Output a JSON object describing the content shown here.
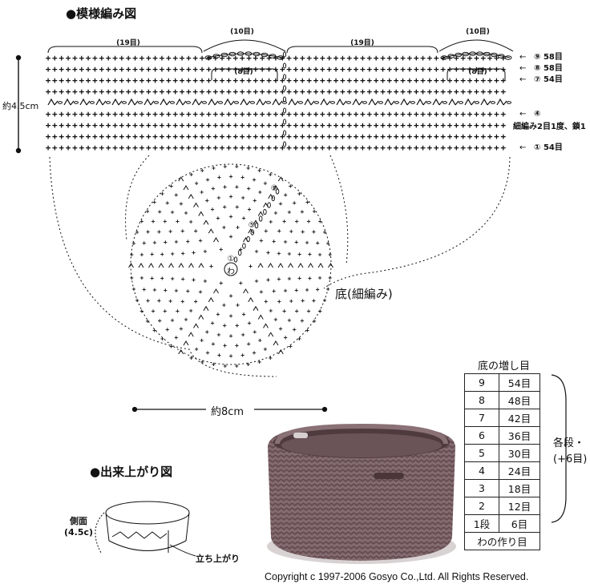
{
  "headings": {
    "pattern": "●模様編み図",
    "finished": "●出来上がり図"
  },
  "top_labels": {
    "span_19": "(19目)",
    "span_10": "(10目)",
    "span_8": "(8目)"
  },
  "row_labels": [
    {
      "mark": "←",
      "text": "⑨ 58目"
    },
    {
      "mark": "←",
      "text": "⑧ 58目"
    },
    {
      "mark": "←",
      "text": "⑦ 54目"
    },
    {
      "mark": "←",
      "text": "④"
    },
    {
      "mark": "",
      "text": "細編み2目1度、鎖1"
    },
    {
      "mark": "←",
      "text": "① 54目"
    }
  ],
  "height_label": "約4.5cm",
  "width_label": "約8cm",
  "bottom_title": "底(細編み)",
  "circle_marks": {
    "r9": "⑨",
    "r5": "⑤",
    "r1": "①",
    "center": "わ"
  },
  "increase_table": {
    "title": "底の増し目",
    "rows": [
      {
        "round": "9",
        "count": "54目"
      },
      {
        "round": "8",
        "count": "48目"
      },
      {
        "round": "7",
        "count": "42目"
      },
      {
        "round": "6",
        "count": "36目"
      },
      {
        "round": "5",
        "count": "30目"
      },
      {
        "round": "4",
        "count": "24目"
      },
      {
        "round": "3",
        "count": "18目"
      },
      {
        "round": "2",
        "count": "12目"
      },
      {
        "round": "1段",
        "count": "6目"
      }
    ],
    "footer": "わの作り目",
    "note_line1": "各段・",
    "note_line2": "(+6目)"
  },
  "finished_labels": {
    "side": "側面",
    "side_h": "(4.5c)",
    "rise": "立ち上がり"
  },
  "copyright": "Copyright c 1997-2006 Gosyo Co.,Ltd. All Rights Reserved.",
  "colors": {
    "ink": "#111111",
    "basket": "#7b6266",
    "basket_dark": "#5e474b"
  }
}
